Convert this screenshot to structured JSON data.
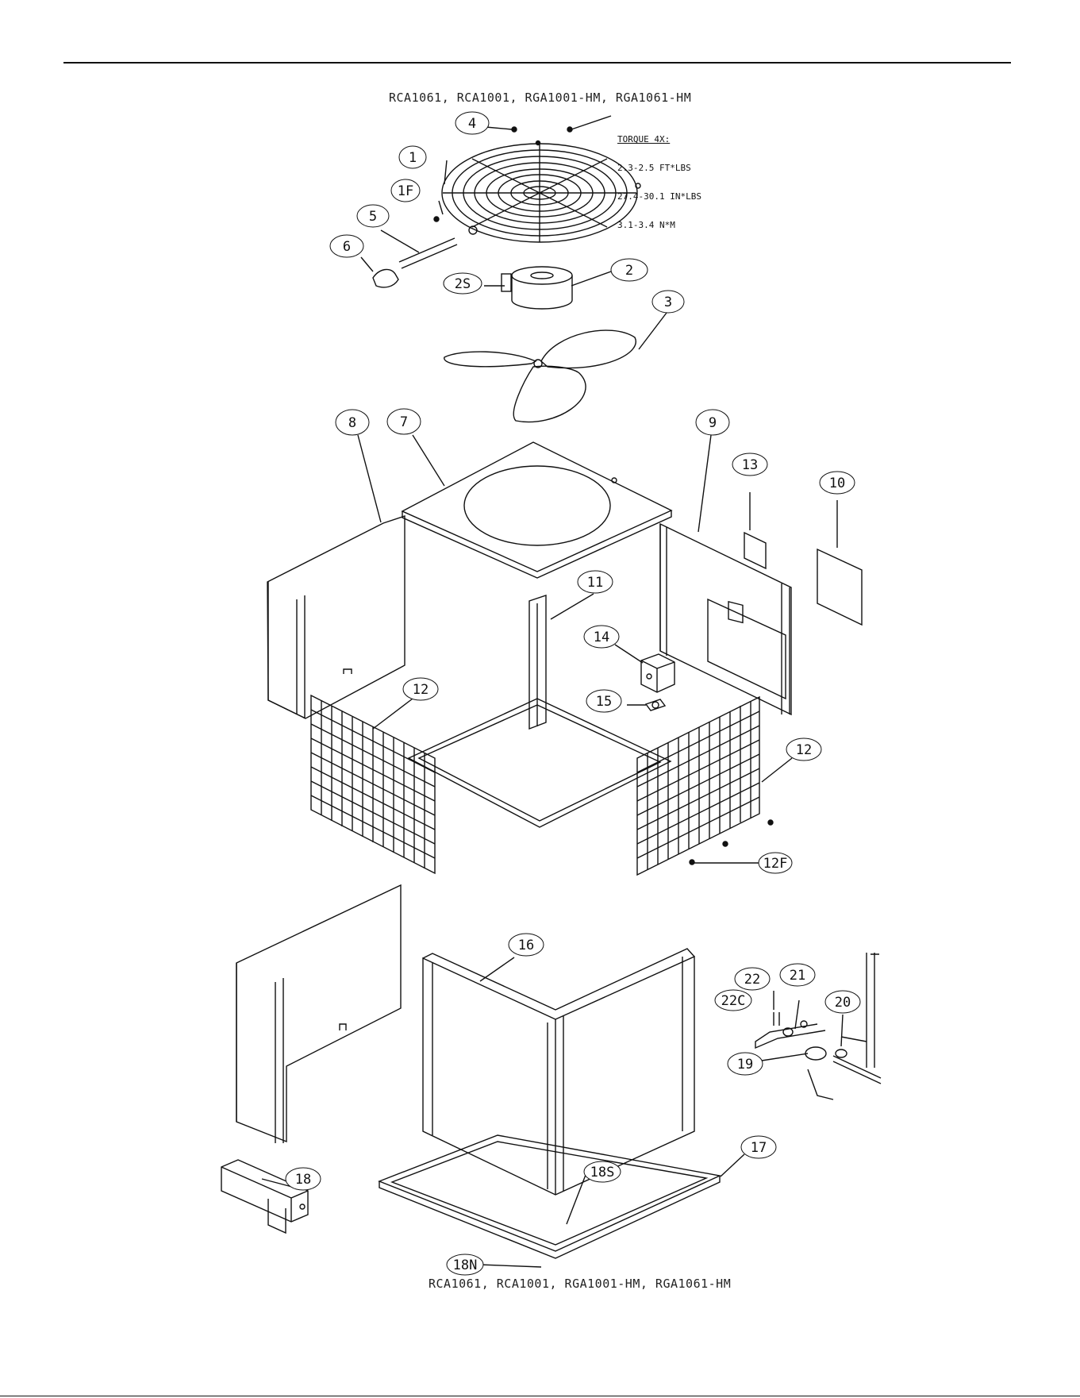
{
  "caption_top": "RCA1061, RCA1001, RGA1001-HM, RGA1061-HM",
  "caption_bottom": "RCA1061, RCA1001, RGA1001-HM, RGA1061-HM",
  "torque_note": {
    "line1": "TORQUE 4X:",
    "line2": "2.3-2.5 FT*LBS",
    "line3": "27.4-30.1 IN*LBS",
    "line4": "3.1-3.4 N*M"
  },
  "callouts": [
    {
      "id": "c1",
      "label": "1"
    },
    {
      "id": "c1f",
      "label": "1F"
    },
    {
      "id": "c2",
      "label": "2"
    },
    {
      "id": "c2s",
      "label": "2S"
    },
    {
      "id": "c3",
      "label": "3"
    },
    {
      "id": "c4",
      "label": "4"
    },
    {
      "id": "c5",
      "label": "5"
    },
    {
      "id": "c6",
      "label": "6"
    },
    {
      "id": "c7",
      "label": "7"
    },
    {
      "id": "c8",
      "label": "8"
    },
    {
      "id": "c9",
      "label": "9"
    },
    {
      "id": "c10",
      "label": "10"
    },
    {
      "id": "c11",
      "label": "11"
    },
    {
      "id": "c12a",
      "label": "12"
    },
    {
      "id": "c12b",
      "label": "12"
    },
    {
      "id": "c12f",
      "label": "12F"
    },
    {
      "id": "c13",
      "label": "13"
    },
    {
      "id": "c14",
      "label": "14"
    },
    {
      "id": "c15",
      "label": "15"
    },
    {
      "id": "c16",
      "label": "16"
    },
    {
      "id": "c17",
      "label": "17"
    },
    {
      "id": "c18",
      "label": "18"
    },
    {
      "id": "c18s",
      "label": "18S"
    },
    {
      "id": "c18n",
      "label": "18N"
    },
    {
      "id": "c19",
      "label": "19"
    },
    {
      "id": "c20",
      "label": "20"
    },
    {
      "id": "c21",
      "label": "21"
    },
    {
      "id": "c22",
      "label": "22"
    },
    {
      "id": "c22c",
      "label": "22C"
    }
  ]
}
